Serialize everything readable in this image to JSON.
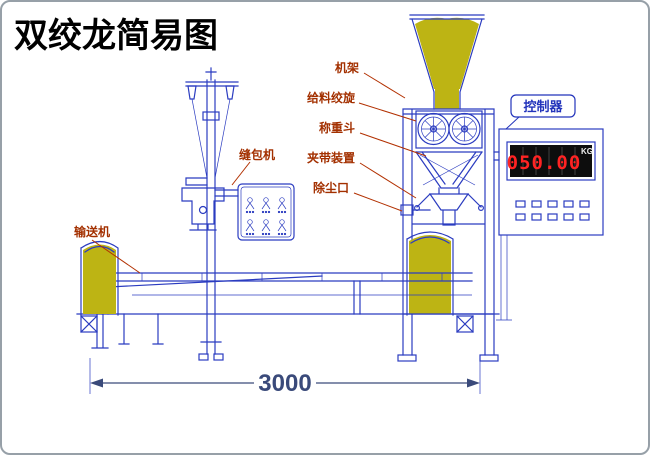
{
  "title": "双绞龙简易图",
  "labels": {
    "frame": "机架",
    "feed_screw": "给料绞旋",
    "weigh_hopper": "称重斗",
    "clamp_device": "夹带装置",
    "dust_port": "除尘口",
    "sewing_machine": "缝包机",
    "conveyor": "输送机",
    "controller": "控制器"
  },
  "display": {
    "value": "050.00",
    "unit": "KG"
  },
  "dimension": {
    "length": "3000"
  },
  "colors": {
    "line_blue": "#2b3cc0",
    "material_yellow": "#bdb414",
    "label_red": "#a33000",
    "controller_label_blue": "#2233bb",
    "display_digit_red": "#ff2323",
    "display_background": "#0d0d0d",
    "dimension_dark": "#3a4a7a",
    "border_gray": "#97a0a8"
  }
}
